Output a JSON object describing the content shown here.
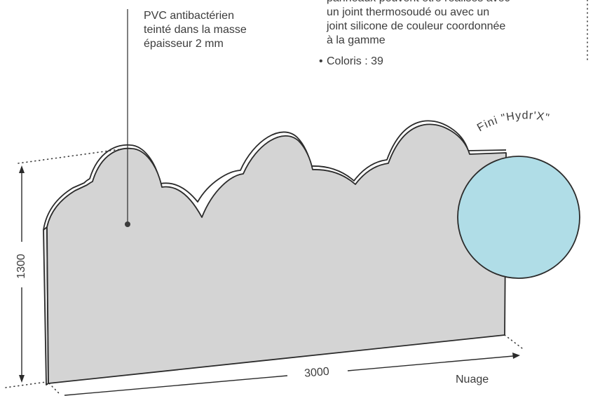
{
  "material_label": {
    "lines": [
      "PVC antibactérien",
      "teinté dans la masse",
      "épaisseur 2 mm"
    ]
  },
  "joint_description": {
    "lines": [
      "panneaux peuvent être réalisés avec",
      "un joint thermosoudé ou avec un",
      "joint silicone de couleur coordonnée",
      "à la gamme"
    ]
  },
  "coloris": {
    "bullet": "•",
    "text": "Coloris : 39"
  },
  "finish_label": "Fini \"Hydr'X\"",
  "dimensions": {
    "height": "1300",
    "width": "3000"
  },
  "caption": "Nuage",
  "colors": {
    "panel_fill": "#d4d4d4",
    "panel_edge": "#f2f2f2",
    "outline": "#2b2b2b",
    "finish_swatch": "#b0dde7"
  }
}
